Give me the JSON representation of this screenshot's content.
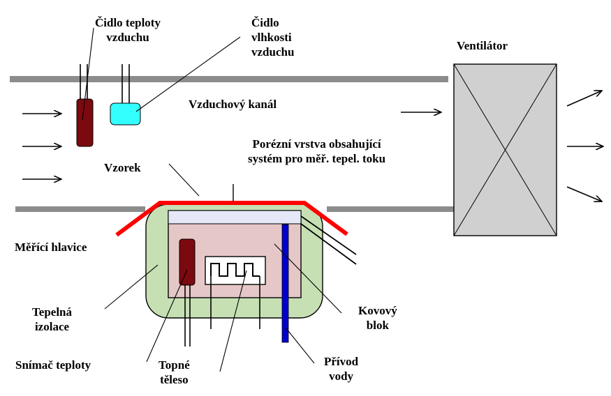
{
  "labels": {
    "air_temp_sensor": [
      "Čidlo teploty",
      "vzduchu"
    ],
    "air_humidity_sensor": [
      "Čidlo",
      "vlhkosti",
      "vzduchu"
    ],
    "fan": "Ventilátor",
    "air_duct": "Vzduchový kanál",
    "porous_layer": [
      "Porézní vrstva obsahující",
      "systém pro měř. tepel. toku"
    ],
    "sample": "Vzorek",
    "measuring_head": "Měřící hlavice",
    "thermal_insulation": [
      "Tepelná",
      "izolace"
    ],
    "metal_block": [
      "Kovový",
      "blok"
    ],
    "temperature_sensor": "Snímač teploty",
    "heater": [
      "Topné",
      "těleso"
    ],
    "water_inlet": [
      "Přívod",
      "vody"
    ]
  },
  "colors": {
    "duct_wall": "#8c8c8c",
    "sample_red": "#ff0000",
    "insulation_green": "#c6e0b4",
    "block_pink": "#e6c7c7",
    "porous_layer": "#e4e8f7",
    "sensor_maroon": "#7b0a10",
    "humidity_cyan": "#33ffff",
    "fan_grey": "#d0d0d0",
    "water_pipe": "#0000cc"
  }
}
